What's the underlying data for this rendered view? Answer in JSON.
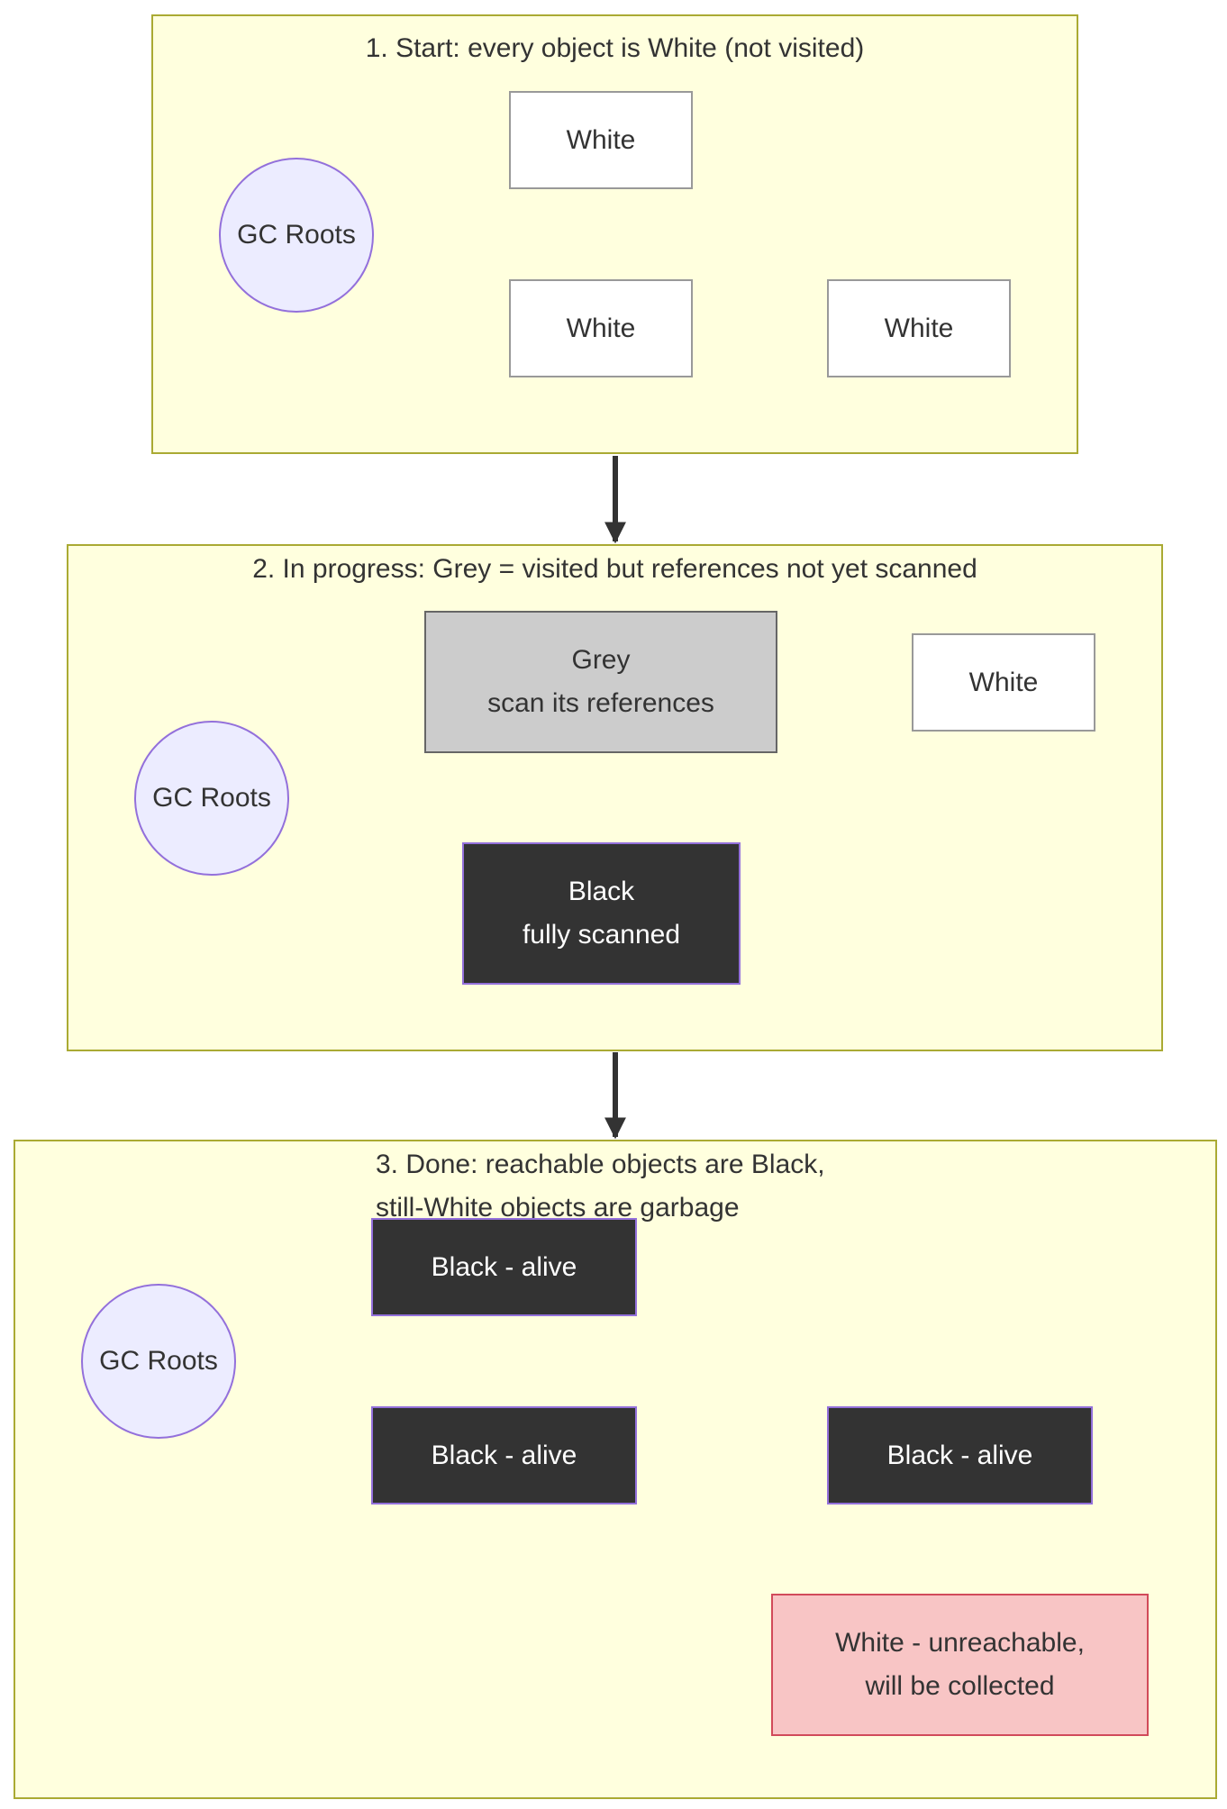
{
  "diagram": {
    "stage1": {
      "title": "1. Start: every object is White (not visited)",
      "roots": "GC Roots",
      "objA": "White",
      "objB": "White",
      "objC": "White"
    },
    "stage2": {
      "title": "2. In progress: Grey = visited but references not yet scanned",
      "roots": "GC Roots",
      "grey_line1": "Grey",
      "grey_line2": "scan its references",
      "white": "White",
      "black_line1": "Black",
      "black_line2": "fully scanned"
    },
    "stage3": {
      "title_line1": "3. Done: reachable objects are Black,",
      "title_line2": "still-White objects are garbage",
      "roots": "GC Roots",
      "objA": "Black - alive",
      "objB": "Black - alive",
      "objC": "Black - alive",
      "garbage_line1": "White - unreachable,",
      "garbage_line2": "will be collected"
    },
    "colors": {
      "cluster_fill": "#ffffde",
      "cluster_border": "#aaaa33",
      "root_fill": "#ececff",
      "root_border": "#9370db",
      "grey_fill": "#cccccc",
      "black_fill": "#333333",
      "garbage_fill": "#f8c5c5",
      "garbage_border": "#d14a5a",
      "edge": "#333333"
    }
  }
}
